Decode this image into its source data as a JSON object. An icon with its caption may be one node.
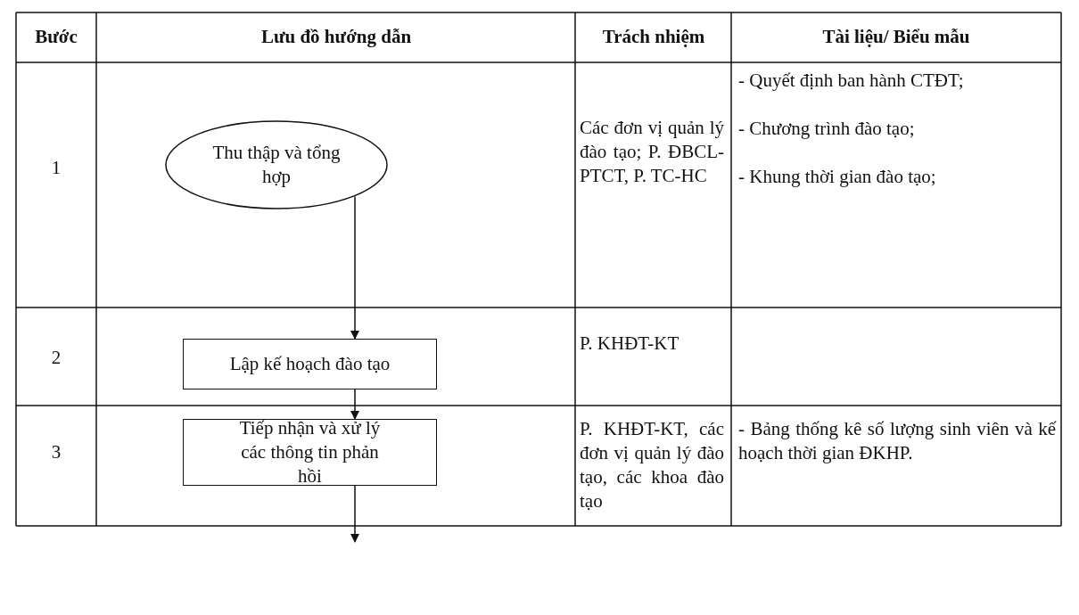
{
  "diagram": {
    "nodes": [
      {
        "text": [
          "Thu thập và tổng hợp"
        ]
      },
      {
        "text": [
          "Lập kế hoạch đào tạo"
        ]
      },
      {
        "text": [
          "Tiếp nhận và xử lý các thông tin phản hồi"
        ]
      }
    ],
    "edges": [
      {
        "from": 0,
        "to": 1,
        "arrow": "to"
      },
      {
        "from": 1,
        "to": 2,
        "arrow": "to"
      },
      {
        "from": 2,
        "to": null,
        "arrow": "to"
      }
    ],
    "labels": [
      "Bước",
      "Lưu đồ hướng dẫn",
      "Trách nhiệm",
      "Tài liệu/ Biểu mẫu",
      "1",
      "Các đơn vị quản lý đào tạo; P. ĐBCL-PTCT, P. TC-HC",
      "- Quyết định ban hành CTĐT;",
      "- Chương trình đào tạo;",
      "- Khung thời gian đào tạo;",
      "2",
      "P. KHĐT-KT",
      "3",
      "P. KHĐT-KT, các đơn vị quản lý đào tạo, các khoa đào tạo",
      "- Bảng thống kê số lượng sinh viên và kế hoạch thời gian ĐKHP."
    ]
  }
}
